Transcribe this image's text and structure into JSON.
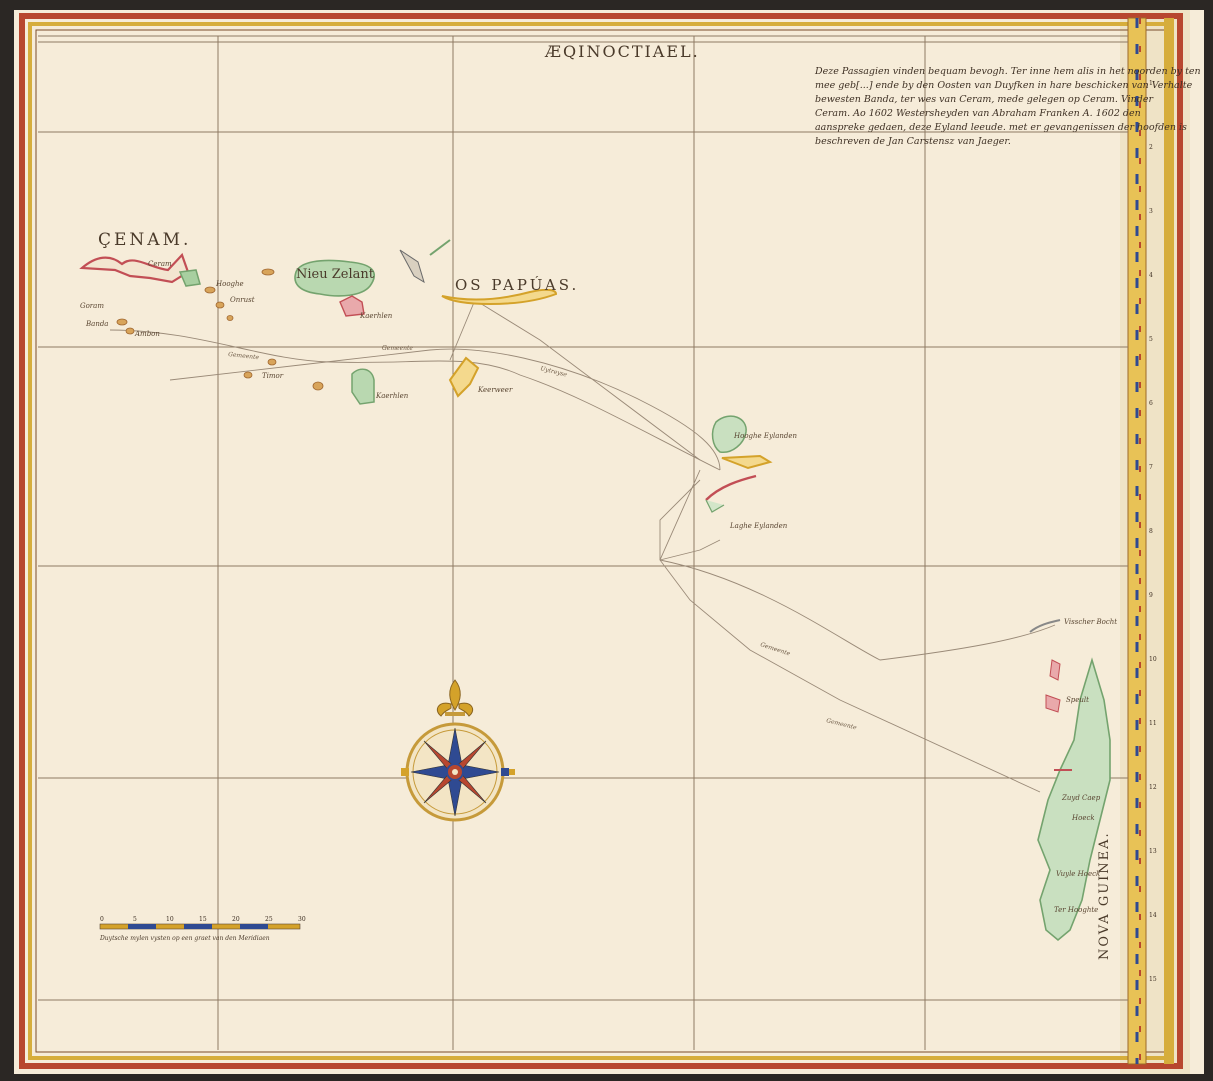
{
  "map": {
    "equator_label": "ÆQINOCTIAEL.",
    "note_lines": [
      "Deze Passagien vinden bequam bevogh. Ter inne hem alis in het noorden by ten",
      "mee geb[...] ende by den Oosten van Duyfken in hare beschicken van Verhalte",
      "bewesten Banda, ter wes van Ceram, mede gelegen op Ceram. Vinder",
      "Ceram. Ao 1602 Westersheyden van Abraham Franken A. 1602 den",
      "aanspreke gedaen, deze Eyland leeude. met er gevangenissen der hoofden is",
      "beschreven de Jan Carstensz van Jaeger."
    ],
    "places": [
      {
        "id": "ceram",
        "label": "ÇENAM."
      },
      {
        "id": "nieu-zelant",
        "label": "Nieu Zelant"
      },
      {
        "id": "os-papuas",
        "label": "OS PAPÚAS."
      },
      {
        "id": "nova-guinea",
        "label": "NOVA GUINEA."
      }
    ],
    "small_labels": [
      "Goram",
      "Ceram",
      "Hooghe",
      "Onrust",
      "Banda",
      "Ambon",
      "Timor",
      "Kaerhlen",
      "Kaerhlen",
      "Keerweer",
      "Hooghe Eylanden",
      "Laghe Eylanden",
      "Visscher Bocht",
      "Speult",
      "Zuyd Caep",
      "Hoeck",
      "Vuyle Hoeck",
      "Ter Hooghte"
    ],
    "route_labels": [
      "Gemeente",
      "Gemeente",
      "Uytreyse",
      "Gemeente",
      "Gemeente"
    ],
    "scale_numbers": [
      "1",
      "2",
      "3",
      "4",
      "5",
      "6",
      "7",
      "8",
      "9",
      "10",
      "11",
      "12",
      "13",
      "14",
      "15"
    ],
    "scale_bar_caption": "Duytsche mylen vysten op een graet van den Meridiaen",
    "scale_bar_numbers": [
      "0",
      "5",
      "10",
      "15",
      "20",
      "25",
      "30"
    ],
    "colors": {
      "paper": "#f6ecd9",
      "frame_red": "#b8472f",
      "frame_gold": "#d6ad3c",
      "coast_red": "#c24e55",
      "coast_green": "#74a36e",
      "coast_gold": "#d4a22a",
      "scale_blue": "#2f4a92",
      "grid": "#8e7a62"
    },
    "icons": [
      "compass-rose-icon",
      "fleur-de-lis-icon"
    ]
  }
}
